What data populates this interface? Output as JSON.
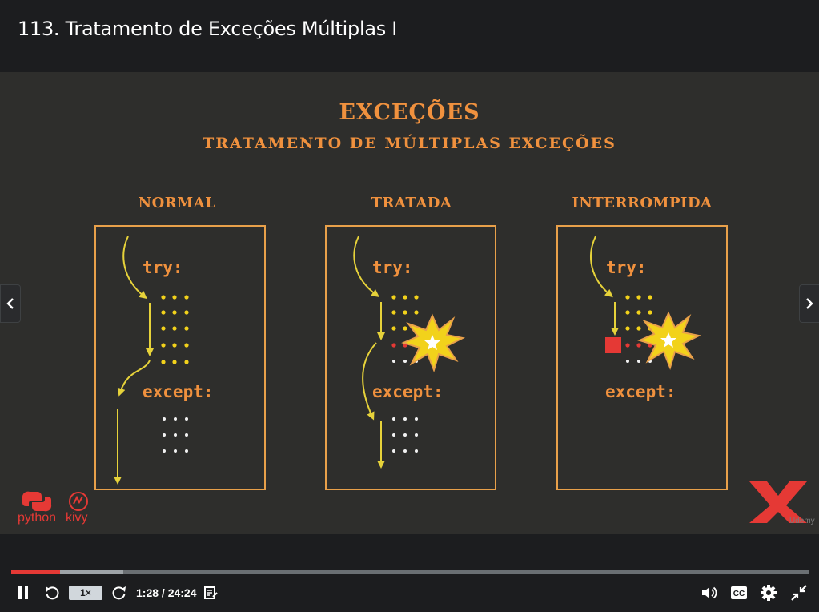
{
  "header": {
    "title": "113. Tratamento de Exceções Múltiplas I"
  },
  "slide": {
    "title": "EXCEÇÕES",
    "subtitle": "TRATAMENTO DE MÚLTIPLAS EXCEÇÕES",
    "columns": [
      {
        "label": "NORMAL",
        "try": "try:",
        "except": "except:"
      },
      {
        "label": "TRATADA",
        "try": "try:",
        "except": "except:"
      },
      {
        "label": "INTERROMPIDA",
        "try": "try:",
        "except": "except:"
      }
    ],
    "logos": {
      "python": "python",
      "kivy": "kivy",
      "udemy": "Udemy"
    },
    "colors": {
      "accent": "#f0913e",
      "arrow": "#e6d23a",
      "dot_yellow": "#f2d21b",
      "dot_red": "#e53935",
      "dot_white": "#f2f2f2",
      "border": "#e8a04a"
    }
  },
  "player": {
    "speed": "1×",
    "time": "1:28 / 24:24",
    "progress_played": 0.061,
    "progress_buffered": 0.141,
    "icons": {
      "pause": "pause-icon",
      "rewind": "rewind-5-icon",
      "forward": "forward-5-icon",
      "notes": "notes-icon",
      "volume": "volume-icon",
      "captions": "captions-icon",
      "settings": "gear-icon",
      "exit_fullscreen": "exit-fullscreen-icon"
    }
  }
}
